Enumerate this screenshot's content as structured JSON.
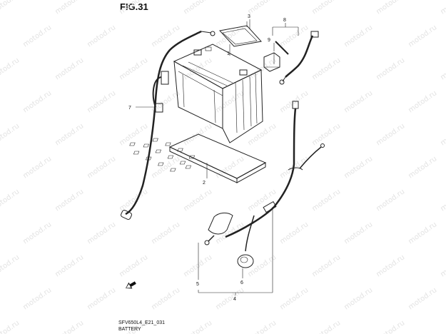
{
  "figure": {
    "title": "FIG.31",
    "code": "SFV650L4_E21_031",
    "name": "BATTERY"
  },
  "watermark": "motod.ru",
  "callouts": [
    "1",
    "2",
    "3",
    "4",
    "5",
    "6",
    "7",
    "8",
    "9"
  ],
  "icons": {
    "front_arrow": "front-direction-arrow-icon"
  }
}
